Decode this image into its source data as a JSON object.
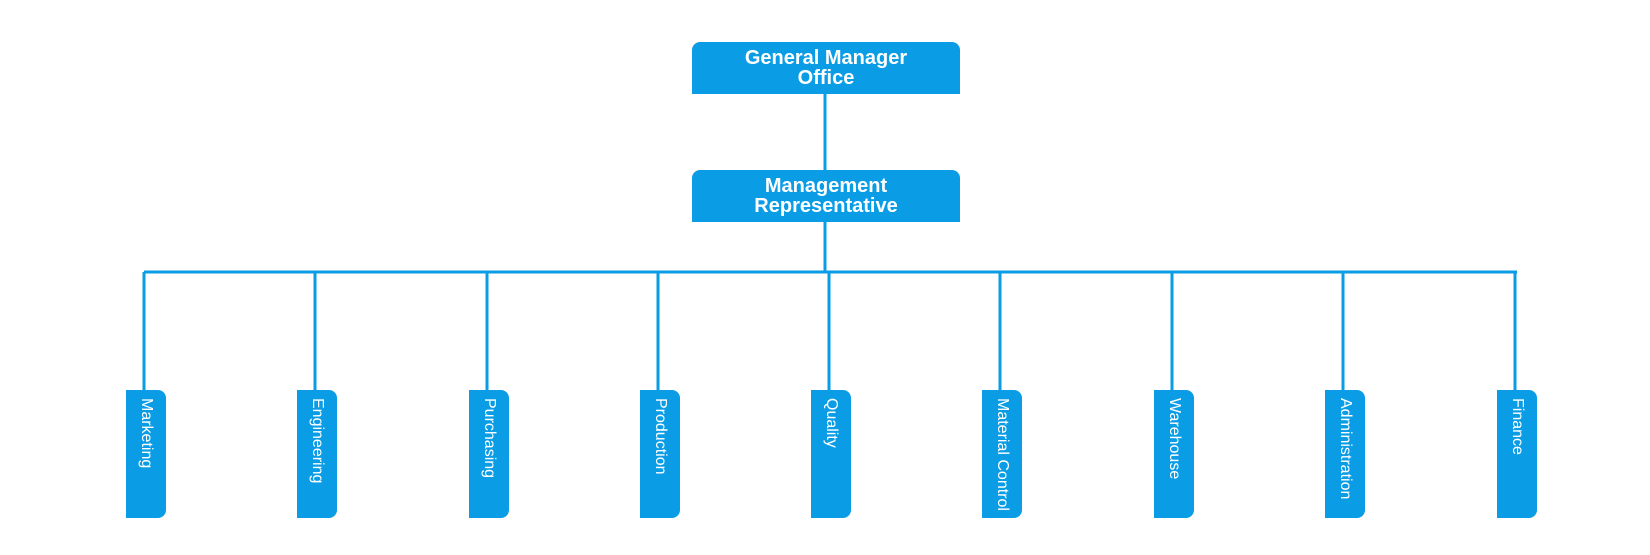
{
  "colors": {
    "box": "#0a9de6",
    "line": "#0a9de6",
    "background": "#ffffff"
  },
  "top": {
    "line1": "General Manager",
    "line2": "Office"
  },
  "mgmt": {
    "line1": "Management",
    "line2": "Representative"
  },
  "departments": [
    {
      "line1": "Marketing",
      "line2": ""
    },
    {
      "line1": "Engineering",
      "line2": ""
    },
    {
      "line1": "Purchasing",
      "line2": ""
    },
    {
      "line1": "Production",
      "line2": ""
    },
    {
      "line1": "Quality",
      "line2": ""
    },
    {
      "line1": "Material",
      "line2": "Control"
    },
    {
      "line1": "Warehouse",
      "line2": ""
    },
    {
      "line1": "Administration",
      "line2": ""
    },
    {
      "line1": "Finance",
      "line2": ""
    }
  ]
}
